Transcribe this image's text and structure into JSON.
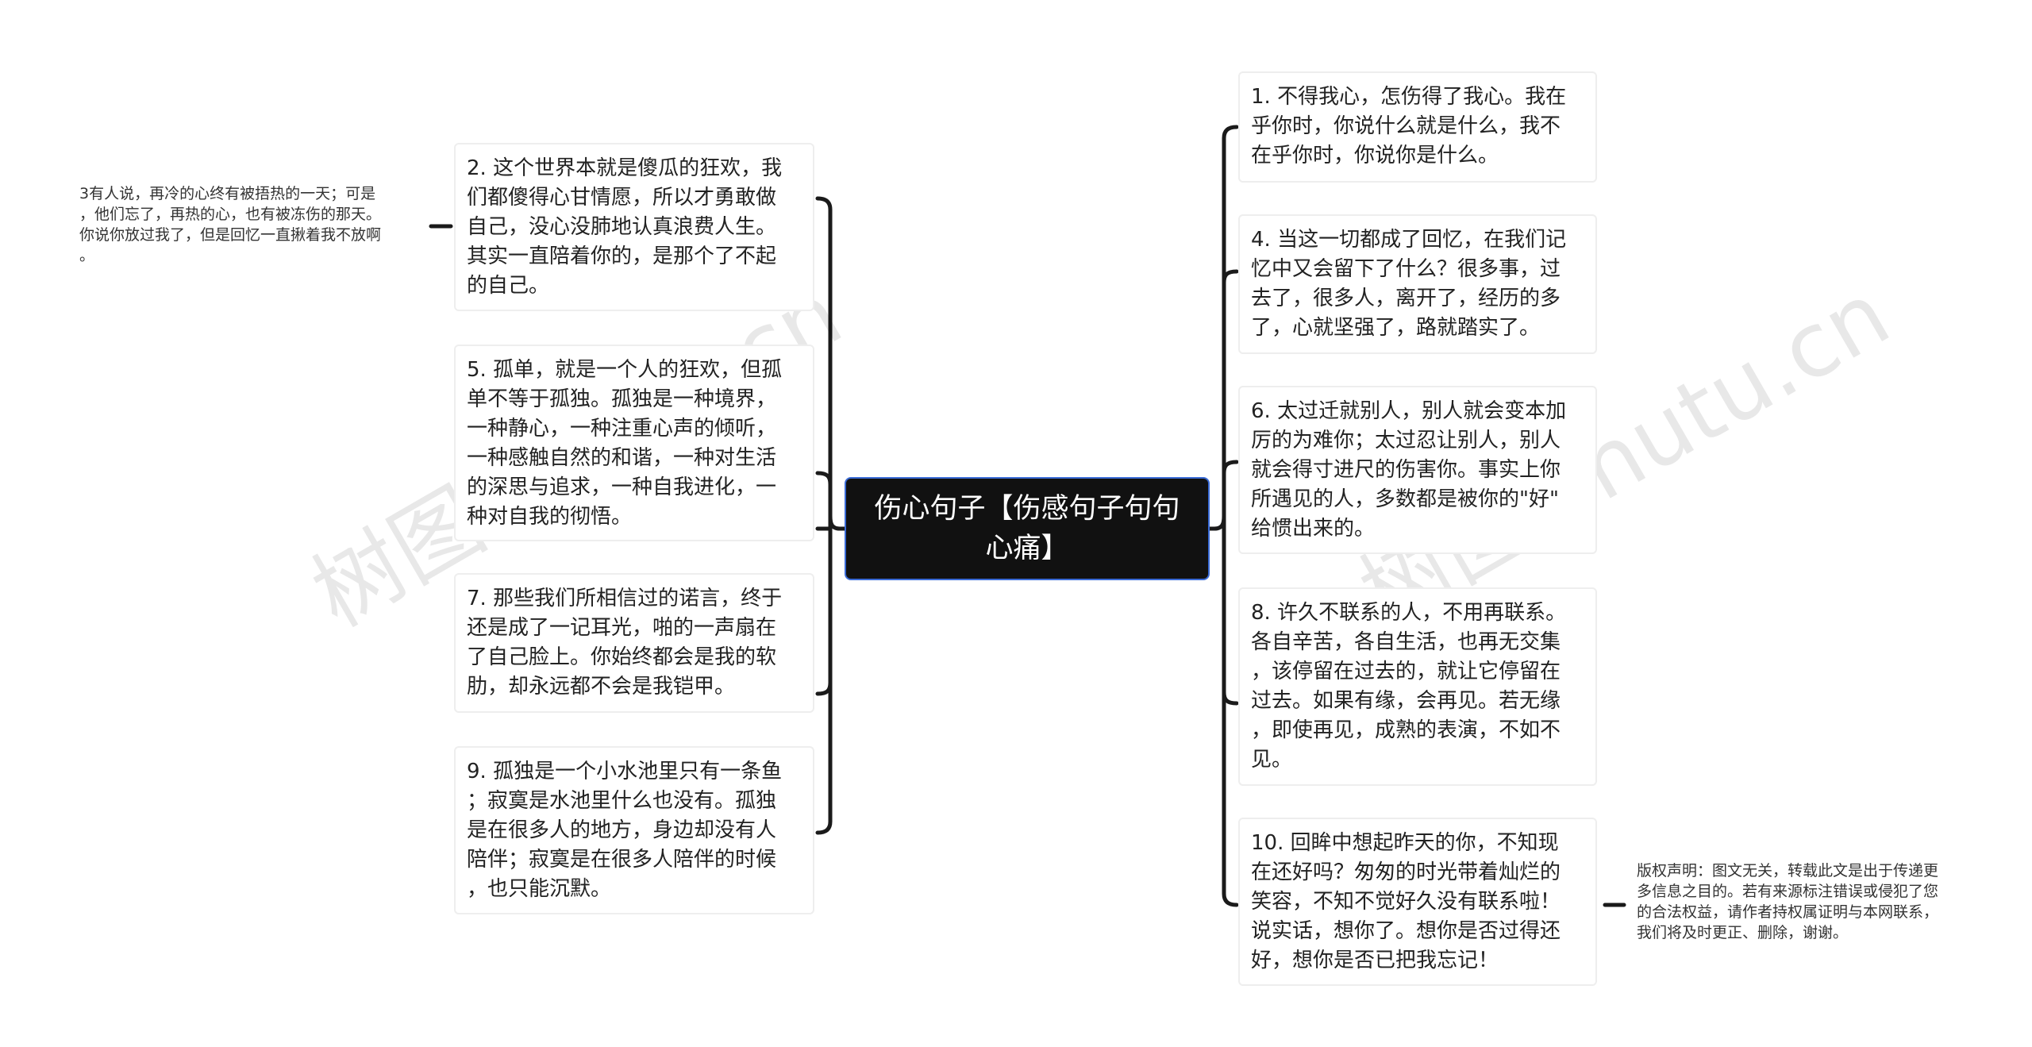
{
  "center": {
    "title": "伤心句子【伤感句子句句\n心痛】"
  },
  "left_nodes": [
    {
      "text": "2. 这个世界本就是傻瓜的狂欢，我\n们都傻得心甘情愿，所以才勇敢做\n自己，没心没肺地认真浪费人生。\n其实一直陪着你的，是那个了不起\n的自己。"
    },
    {
      "text": "5. 孤单，就是一个人的狂欢，但孤\n单不等于孤独。孤独是一种境界，\n一种静心，一种注重心声的倾听，\n一种感触自然的和谐，一种对生活\n的深思与追求，一种自我进化，一\n种对自我的彻悟。"
    },
    {
      "text": "7. 那些我们所相信过的诺言，终于\n还是成了一记耳光，啪的一声扇在\n了自己脸上。你始终都会是我的软\n肋，却永远都不会是我铠甲。"
    },
    {
      "text": "9. 孤独是一个小水池里只有一条鱼\n；寂寞是水池里什么也没有。孤独\n是在很多人的地方，身边却没有人\n陪伴；寂寞是在很多人陪伴的时候\n，也只能沉默。"
    }
  ],
  "left_note": {
    "text": "3有人说，再冷的心终有被捂热的一天；可是\n，他们忘了，再热的心，也有被冻伤的那天。\n你说你放过我了，但是回忆一直揪着我不放啊\n。"
  },
  "right_nodes": [
    {
      "text": "1. 不得我心，怎伤得了我心。我在\n乎你时，你说什么就是什么，我不\n在乎你时，你说你是什么。"
    },
    {
      "text": "4. 当这一切都成了回忆，在我们记\n忆中又会留下了什么？很多事，过\n去了，很多人，离开了，经历的多\n了，心就坚强了，路就踏实了。"
    },
    {
      "text": "6. 太过迁就别人，别人就会变本加\n厉的为难你；太过忍让别人，别人\n就会得寸进尺的伤害你。事实上你\n所遇见的人，多数都是被你的\"好\"\n给惯出来的。"
    },
    {
      "text": "8. 许久不联系的人，不用再联系。\n各自辛苦，各自生活，也再无交集\n，该停留在过去的，就让它停留在\n过去。如果有缘，会再见。若无缘\n，即使再见，成熟的表演，不如不\n见。"
    },
    {
      "text": "10. 回眸中想起昨天的你，不知现\n在还好吗？匆匆的时光带着灿烂的\n笑容，不知不觉好久没有联系啦！\n说实话，想你了。想你是否过得还\n好，想你是否已把我忘记！"
    }
  ],
  "right_note": {
    "text": "版权声明：图文无关，转载此文是出于传递更\n多信息之目的。若有来源标注错误或侵犯了您\n的合法权益，请作者持权属证明与本网联系，\n我们将及时更正、删除，谢谢。"
  },
  "watermarks": [
    "树图 shutu.cn",
    "树图 shutu.cn"
  ],
  "colors": {
    "line": "#1a1a1a",
    "center_bg": "#111111",
    "center_border": "#3a6bd6",
    "node_border": "#eeeeee"
  }
}
